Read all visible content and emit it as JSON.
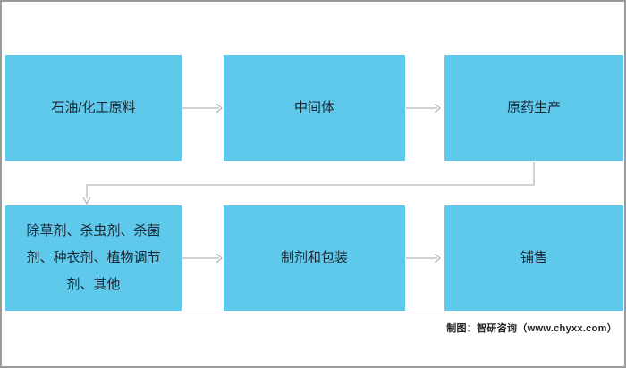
{
  "diagram": {
    "type": "flowchart",
    "colors": {
      "box_fill": "#5FC9EC",
      "box_text": "#1B2733",
      "connector": "#A6A6A6",
      "frame_border": "#9B9B9B",
      "divider_line": "#DCDCDC"
    },
    "boxes": {
      "raw_materials": "石油/化工原料",
      "intermediates": "中间体",
      "technical_production": "原药生产",
      "product_types": "除草剂、杀虫剂、杀菌\n剂、种衣剂、植物调节\n剂、其他",
      "formulation_packaging": "制剂和包装",
      "sales": "铺售"
    },
    "flow": [
      "石油/化工原料 → 中间体",
      "中间体 → 原药生产",
      "原药生产 → 除草剂、杀虫剂、杀菌剂、种衣剂、植物调节剂、其他",
      "除草剂、杀虫剂、杀菌剂、种衣剂、植物调节剂、其他 → 制剂和包装",
      "制剂和包装 → 铺售"
    ]
  },
  "attribution": {
    "text": "制图：智研咨询（www.chyxx.com）"
  }
}
